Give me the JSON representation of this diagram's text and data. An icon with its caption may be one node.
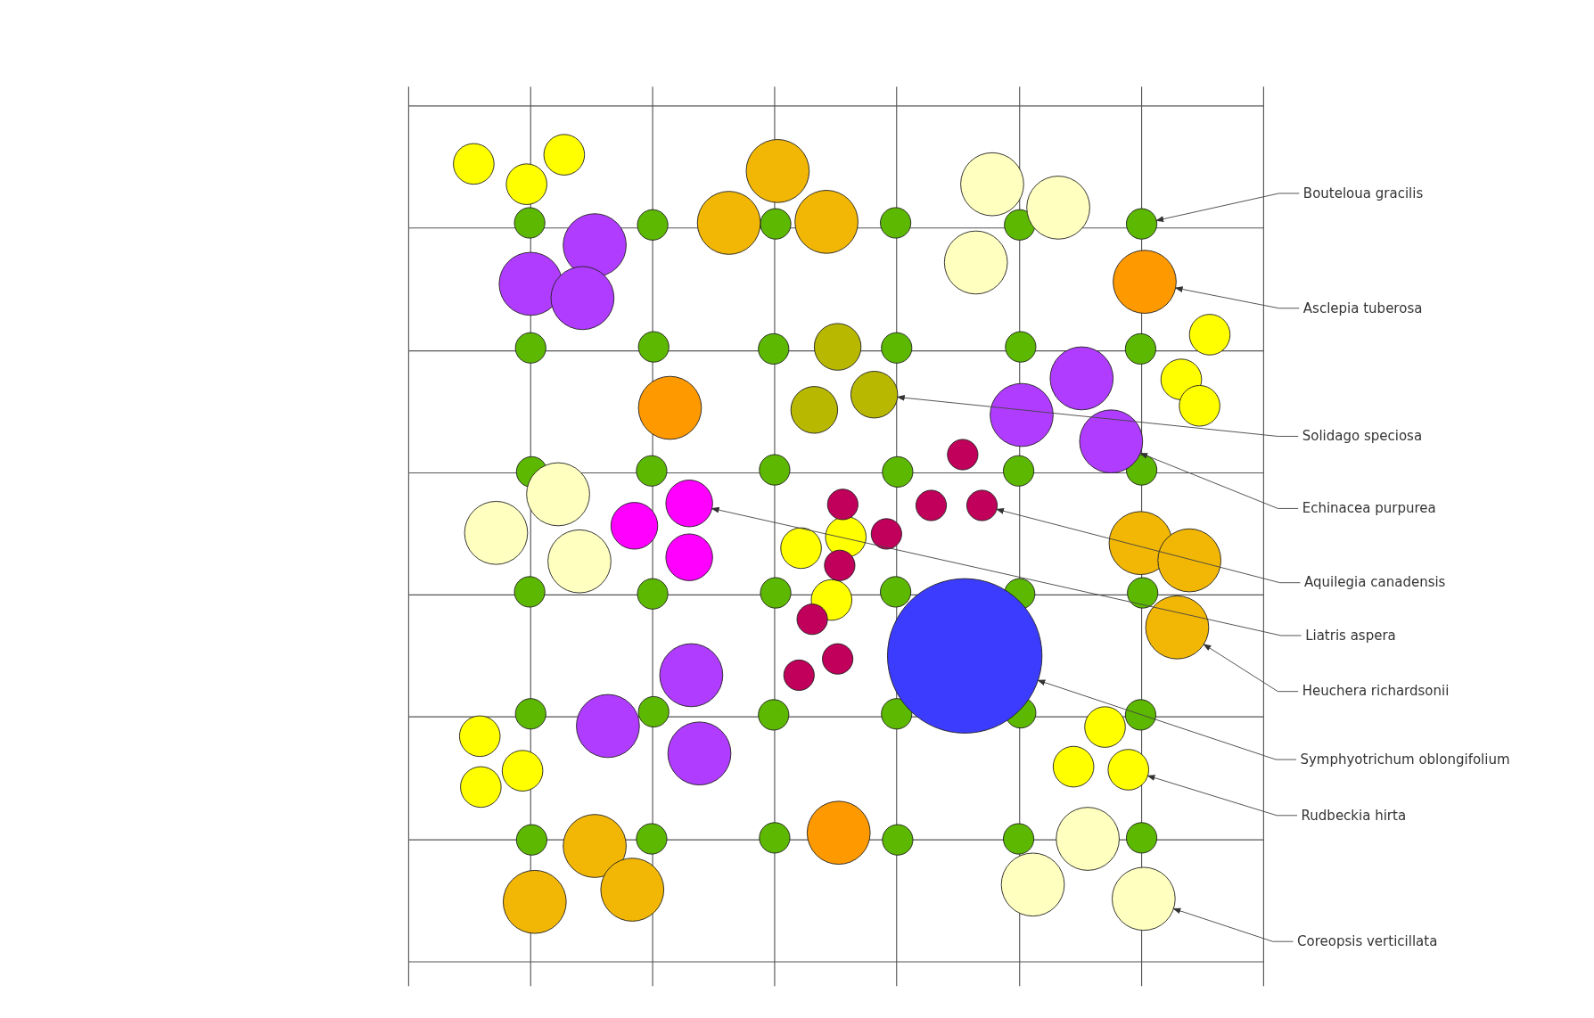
{
  "diagram": {
    "nodes": [
      {
        "text": [
          "Bouteloua gracilis"
        ]
      },
      {
        "text": [
          "Asclepia tuberosa"
        ]
      },
      {
        "text": [
          "Solidago speciosa"
        ]
      },
      {
        "text": [
          "Echinacea purpurea"
        ]
      },
      {
        "text": [
          "Aquilegia canadensis"
        ]
      },
      {
        "text": [
          "Liatris aspera"
        ]
      },
      {
        "text": [
          "Heuchera richardsonii"
        ]
      },
      {
        "text": [
          "Symphyotrichum oblongifolium"
        ]
      },
      {
        "text": [
          "Rudbeckia hirta"
        ]
      },
      {
        "text": [
          "Coreopsis verticillata"
        ]
      },
      {
        "text": [],
        "shape": "circle"
      },
      {
        "text": [],
        "shape": "circle"
      },
      {
        "text": [],
        "shape": "circle"
      },
      {
        "text": [],
        "shape": "circle"
      },
      {
        "text": [],
        "shape": "circle"
      },
      {
        "text": [],
        "shape": "circle"
      },
      {
        "text": [],
        "shape": "circle"
      },
      {
        "text": [],
        "shape": "circle"
      },
      {
        "text": [],
        "shape": "circle"
      },
      {
        "text": [],
        "shape": "circle"
      },
      {
        "text": [],
        "shape": "circle"
      },
      {
        "text": [],
        "shape": "circle"
      },
      {
        "text": [],
        "shape": "circle"
      },
      {
        "text": [],
        "shape": "circle"
      },
      {
        "text": [],
        "shape": "circle"
      },
      {
        "text": [],
        "shape": "circle"
      },
      {
        "text": [],
        "shape": "circle"
      },
      {
        "text": [],
        "shape": "circle"
      },
      {
        "text": [],
        "shape": "circle"
      },
      {
        "text": [],
        "shape": "circle"
      },
      {
        "text": [],
        "shape": "circle"
      },
      {
        "text": [],
        "shape": "circle"
      },
      {
        "text": [],
        "shape": "circle"
      },
      {
        "text": [],
        "shape": "circle"
      },
      {
        "text": [],
        "shape": "circle"
      },
      {
        "text": [],
        "shape": "circle"
      },
      {
        "text": [],
        "shape": "circle"
      },
      {
        "text": [],
        "shape": "circle"
      },
      {
        "text": [],
        "shape": "circle"
      },
      {
        "text": [],
        "shape": "circle"
      },
      {
        "text": [],
        "shape": "circle"
      },
      {
        "text": [],
        "shape": "circle"
      },
      {
        "text": [],
        "shape": "circle"
      },
      {
        "text": [],
        "shape": "circle"
      },
      {
        "text": [],
        "shape": "circle"
      },
      {
        "text": [],
        "shape": "circle"
      },
      {
        "text": [],
        "shape": "circle"
      },
      {
        "text": [],
        "shape": "circle"
      },
      {
        "text": [],
        "shape": "circle"
      },
      {
        "text": [],
        "shape": "circle"
      },
      {
        "text": [],
        "shape": "circle"
      },
      {
        "text": [],
        "shape": "circle"
      },
      {
        "text": [],
        "shape": "circle"
      },
      {
        "text": [],
        "shape": "circle"
      },
      {
        "text": [],
        "shape": "circle"
      },
      {
        "text": [],
        "shape": "circle"
      },
      {
        "text": [],
        "shape": "circle"
      },
      {
        "text": [],
        "shape": "circle"
      },
      {
        "text": [],
        "shape": "circle"
      },
      {
        "text": [],
        "shape": "circle"
      },
      {
        "text": [],
        "shape": "circle"
      },
      {
        "text": [],
        "shape": "circle"
      },
      {
        "text": [],
        "shape": "circle"
      },
      {
        "text": [],
        "shape": "circle"
      },
      {
        "text": [],
        "shape": "circle"
      },
      {
        "text": [],
        "shape": "circle"
      },
      {
        "text": [],
        "shape": "circle"
      },
      {
        "text": [],
        "shape": "circle"
      },
      {
        "text": [],
        "shape": "circle"
      },
      {
        "text": [],
        "shape": "circle"
      },
      {
        "text": [],
        "shape": "circle"
      },
      {
        "text": [],
        "shape": "circle"
      },
      {
        "text": [],
        "shape": "circle"
      },
      {
        "text": [],
        "shape": "circle"
      },
      {
        "text": [],
        "shape": "circle"
      },
      {
        "text": [],
        "shape": "circle"
      },
      {
        "text": [],
        "shape": "circle"
      },
      {
        "text": [],
        "shape": "circle"
      },
      {
        "text": [],
        "shape": "circle"
      },
      {
        "text": [],
        "shape": "circle"
      },
      {
        "text": [],
        "shape": "circle"
      },
      {
        "text": [],
        "shape": "circle"
      },
      {
        "text": [],
        "shape": "circle"
      },
      {
        "text": [],
        "shape": "circle"
      },
      {
        "text": [],
        "shape": "circle"
      },
      {
        "text": [],
        "shape": "circle"
      },
      {
        "text": [],
        "shape": "circle"
      },
      {
        "text": [],
        "shape": "circle"
      },
      {
        "text": [],
        "shape": "circle"
      },
      {
        "text": [],
        "shape": "circle"
      },
      {
        "text": [],
        "shape": "circle"
      },
      {
        "text": [],
        "shape": "circle"
      },
      {
        "text": [],
        "shape": "circle"
      },
      {
        "text": [],
        "shape": "circle"
      },
      {
        "text": [],
        "shape": "circle"
      },
      {
        "text": [],
        "shape": "circle"
      },
      {
        "text": [],
        "shape": "circle"
      },
      {
        "text": [],
        "shape": "circle"
      },
      {
        "text": [],
        "shape": "circle"
      },
      {
        "text": [],
        "shape": "circle"
      },
      {
        "text": [],
        "shape": "circle"
      },
      {
        "text": [],
        "shape": "circle"
      },
      {
        "text": [],
        "shape": "circle"
      },
      {
        "text": [],
        "shape": "circle"
      },
      {
        "text": [],
        "shape": "circle"
      },
      {
        "text": [],
        "shape": "circle"
      },
      {
        "text": [],
        "shape": "circle"
      }
    ],
    "edges": [
      {
        "from": 0,
        "to": 10,
        "arrow": "to"
      },
      {
        "from": 1,
        "to": 11,
        "arrow": "to"
      },
      {
        "from": 2,
        "to": 12,
        "arrow": "to"
      },
      {
        "from": 3,
        "to": 13,
        "arrow": "to"
      },
      {
        "from": 4,
        "to": 14,
        "arrow": "to"
      },
      {
        "from": 5,
        "to": 15,
        "arrow": "to"
      },
      {
        "from": 6,
        "to": 16,
        "arrow": "to"
      },
      {
        "from": 7,
        "to": 17,
        "arrow": "to"
      },
      {
        "from": 8,
        "to": 18,
        "arrow": "to"
      },
      {
        "from": 9,
        "to": 19,
        "arrow": "to"
      }
    ]
  }
}
